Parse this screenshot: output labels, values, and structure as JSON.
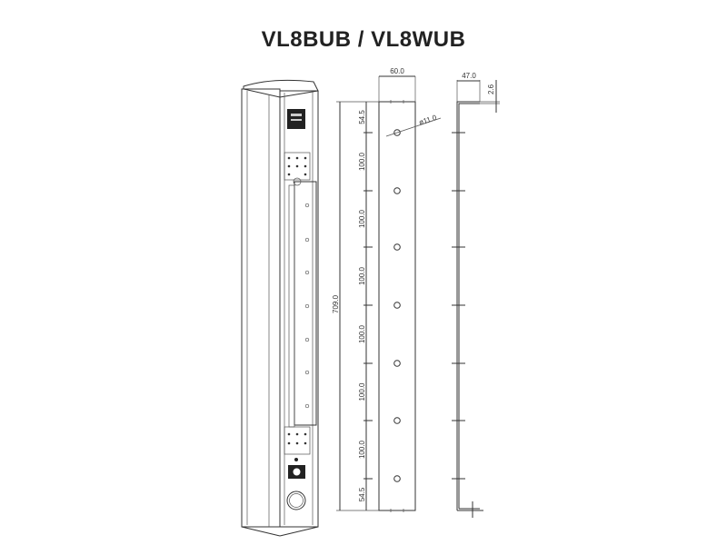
{
  "title": "VL8BUB / VL8WUB",
  "front_view": {
    "width_label": "60.0",
    "hole_label": "ø11.0",
    "overall_height_label": "709.0",
    "segment_labels": [
      "54.5",
      "100.0",
      "100.0",
      "100.0",
      "100.0",
      "100.0",
      "100.0",
      "54.5"
    ]
  },
  "side_view": {
    "depth_label": "47.0",
    "thickness_label": "2.6"
  }
}
